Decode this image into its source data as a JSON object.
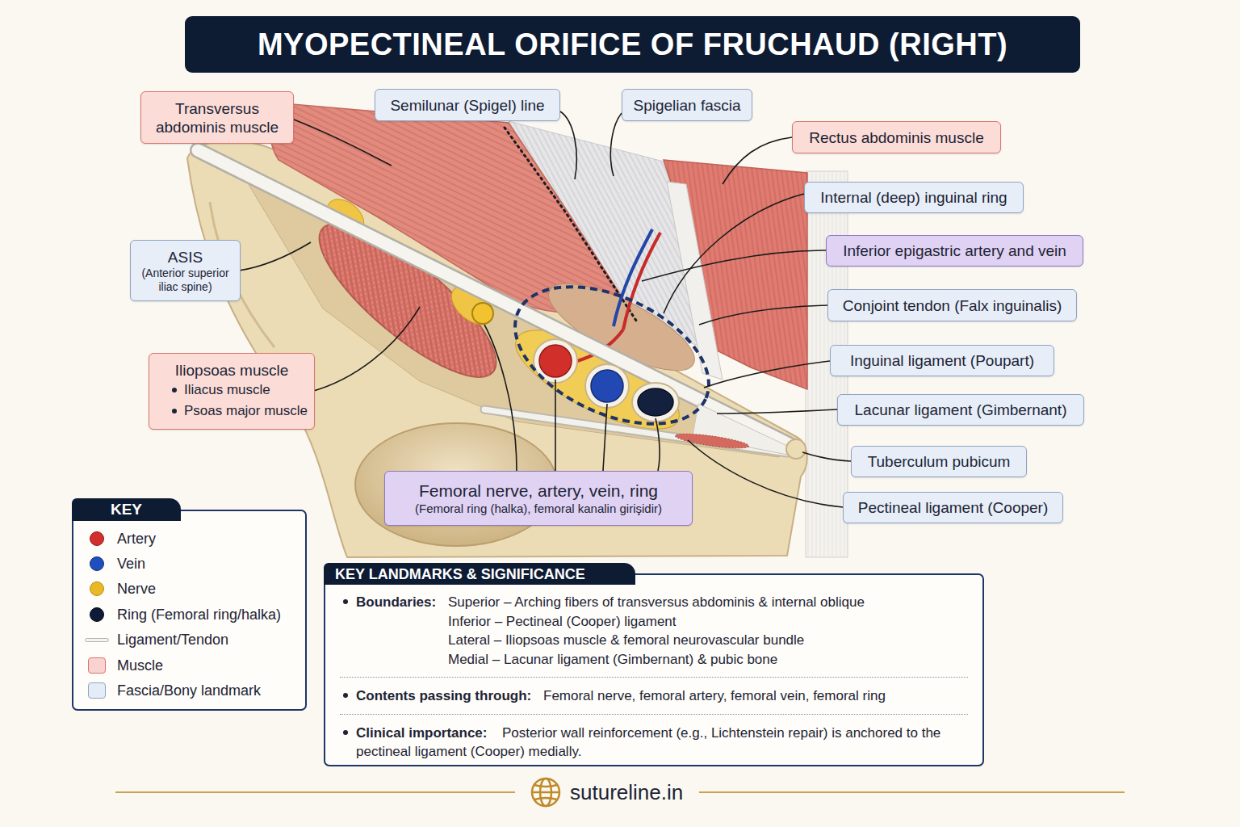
{
  "diagram": {
    "title": "MYOPECTINEAL ORIFICE OF FRUCHAUD (RIGHT)",
    "nodes": [
      {
        "text": [
          "Transversus abdominis muscle"
        ]
      },
      {
        "text": [
          "Semilunar (Spigel) line"
        ]
      },
      {
        "text": [
          "Spigelian fascia"
        ]
      },
      {
        "text": [
          "Rectus abdominis muscle"
        ]
      },
      {
        "text": [
          "ASIS",
          "(Anterior superior iliac spine)"
        ]
      },
      {
        "text": [
          "Internal (deep) inguinal ring"
        ]
      },
      {
        "text": [
          "Inferior epigastric artery and vein"
        ]
      },
      {
        "text": [
          "Conjoint tendon (Falx inguinalis)"
        ]
      },
      {
        "text": [
          "Iliopsoas muscle",
          "Iliacus muscle",
          "Psoas major muscle"
        ]
      },
      {
        "text": [
          "Inguinal ligament (Poupart)"
        ]
      },
      {
        "text": [
          "Lacunar ligament (Gimbernant)"
        ]
      },
      {
        "text": [
          "Tuberculum pubicum"
        ]
      },
      {
        "text": [
          "Femoral nerve, artery, vein, ring",
          "(Femoral ring (halka), femoral kanalin girişidir)"
        ]
      },
      {
        "text": [
          "Pectineal ligament (Cooper)"
        ]
      },
      {
        "text": [
          "KEY LANDMARKS & SIGNIFICANCE",
          "Boundaries:",
          "Superior – Arching fibers of transversus abdominis & internal oblique",
          "Inferior – Pectineal (Cooper) ligament",
          "Lateral – Iliopsoas muscle & femoral neurovascular bundle",
          "Medial – Lacunar ligament (Gimbernant) & pubic bone",
          "Contents passing through:",
          "Femoral nerve, femoral artery, femoral vein, femoral ring",
          "Clinical importance:",
          "Posterior wall reinforcement (e.g., Lichtenstein repair) is anchored to the pectineal ligament (Cooper) medially."
        ]
      }
    ],
    "labels": [
      "KEY",
      "sutureline.in"
    ],
    "legend": [
      {
        "text": "Artery",
        "color": "#d32f2f"
      },
      {
        "text": "Vein",
        "color": "#1f4fbf"
      },
      {
        "text": "Nerve",
        "color": "#e9b824"
      },
      {
        "text": "Ring (Femoral ring/halka)",
        "color": "#0e1a36"
      },
      {
        "text": "Ligament/Tendon"
      },
      {
        "text": "Muscle",
        "color": "#f8d3cf"
      },
      {
        "text": "Fascia/Bony landmark",
        "color": "#e4ecf7"
      }
    ]
  }
}
